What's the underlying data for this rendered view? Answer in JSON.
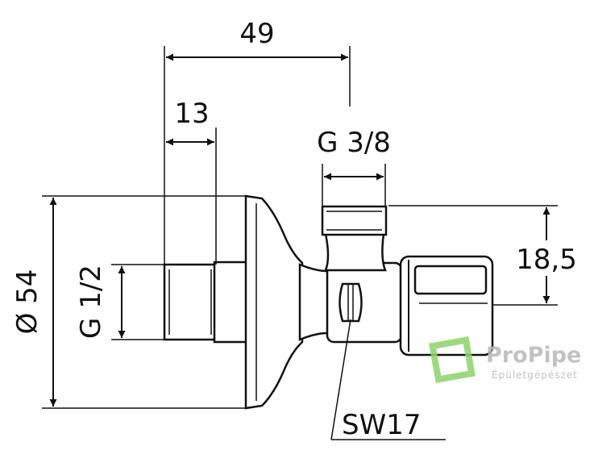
{
  "dimensions": {
    "overall_width": "49",
    "inlet_thread_length": "13",
    "outlet_thread": "G 3/8",
    "outlet_height": "18,5",
    "flange_diameter": "Ø 54",
    "inlet_thread": "G 1/2",
    "wrench_size": "SW17"
  },
  "watermark": {
    "brand": "ProPipe",
    "tagline": "Épületgépészet"
  },
  "colors": {
    "line": "#111111",
    "watermark_green": "#8ed36a",
    "watermark_text": "#b8b8b8"
  }
}
